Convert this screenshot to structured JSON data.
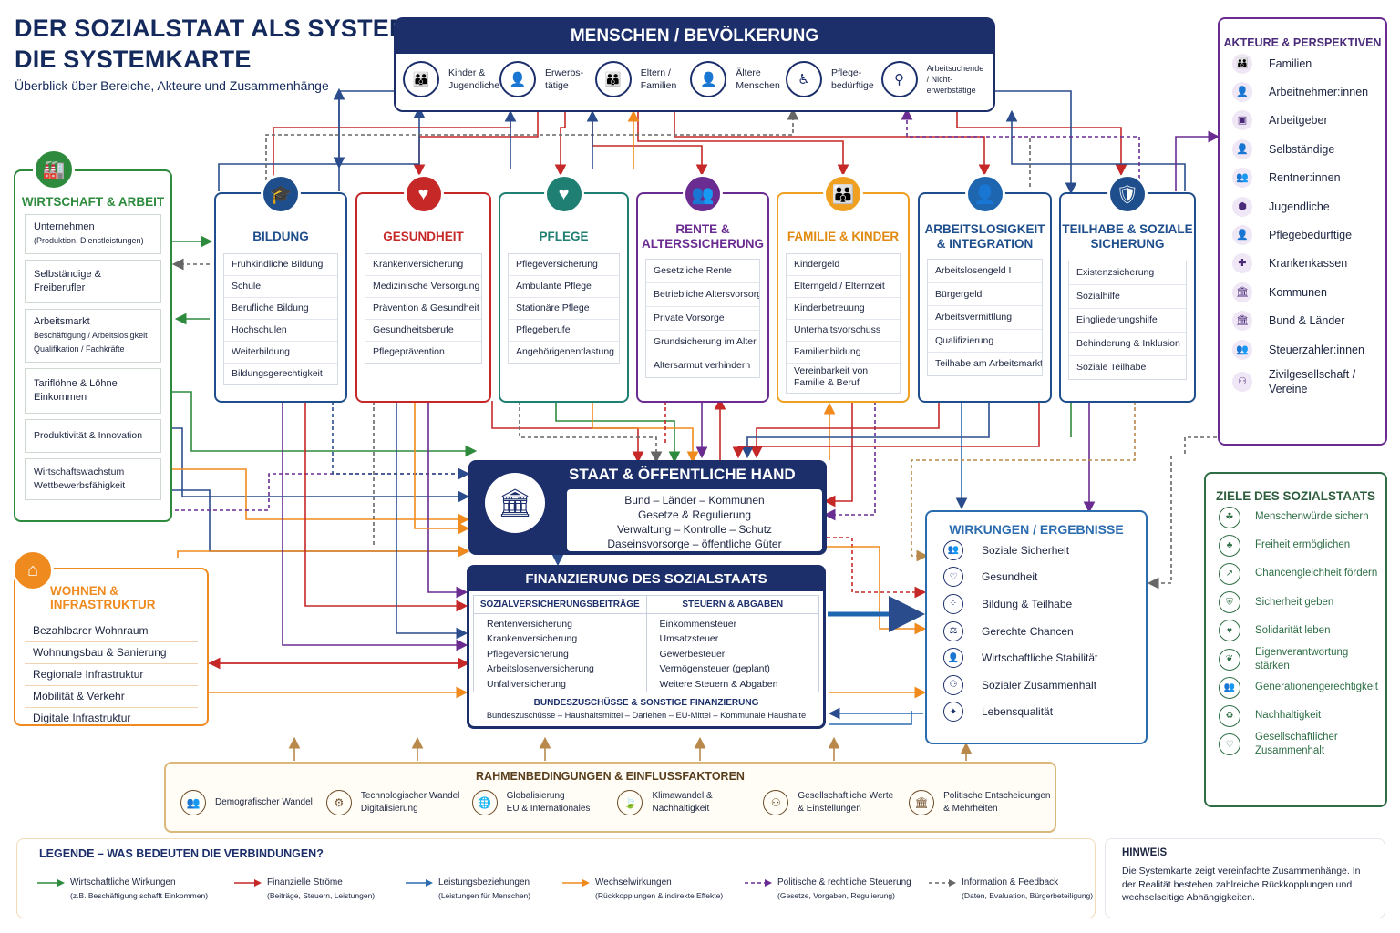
{
  "title": {
    "line1": "DER SOZIALSTAAT ALS SYSTEM –",
    "line2": "DIE SYSTEMKARTE",
    "subtitle": "Überblick über Bereiche, Akteure und Zusammenhänge"
  },
  "menschen": {
    "title": "MENSCHEN / BEVÖLKERUNG",
    "items": [
      {
        "label": "Kinder & Jugendliche",
        "icon": "family-icon"
      },
      {
        "label": "Erwerbs-tätige",
        "icon": "worker-icon"
      },
      {
        "label": "Eltern / Familien",
        "icon": "parents-icon"
      },
      {
        "label": "Ältere Menschen",
        "icon": "elderly-icon"
      },
      {
        "label": "Pflege-bedürftige",
        "icon": "wheelchair-icon"
      },
      {
        "label": "Arbeitsuchende / Nicht-erwerbstätige",
        "icon": "search-icon"
      }
    ]
  },
  "areas": [
    {
      "title": "BILDUNG",
      "color": "#1f4e8c",
      "icon": "graduation-cap-icon",
      "items": [
        "Frühkindliche Bildung",
        "Schule",
        "Berufliche Bildung",
        "Hochschulen",
        "Weiterbildung",
        "Bildungsgerechtigkeit"
      ]
    },
    {
      "title": "GESUNDHEIT",
      "color": "#c62828",
      "icon": "heart-pulse-icon",
      "items": [
        "Krankenversicherung",
        "Medizinische Versorgung",
        "Prävention & Gesundheit",
        "Gesundheitsberufe",
        "Pflegeprävention"
      ]
    },
    {
      "title": "PFLEGE",
      "color": "#1f7f72",
      "icon": "care-hands-icon",
      "items": [
        "Pflegeversicherung",
        "Ambulante Pflege",
        "Stationäre Pflege",
        "Pflegeberufe",
        "Angehörigenentlastung"
      ]
    },
    {
      "title": "RENTE & ALTERSSICHERUNG",
      "color": "#6a2c91",
      "icon": "elderly-couple-icon",
      "items": [
        "Gesetzliche Rente",
        "Betriebliche Altersvorsorge",
        "Private Vorsorge",
        "Grundsicherung im Alter",
        "Altersarmut verhindern"
      ]
    },
    {
      "title": "FAMILIE & KINDER",
      "color": "#f0a020",
      "icon": "family-icon",
      "items": [
        "Kindergeld",
        "Elterngeld / Elternzeit",
        "Kinderbetreuung",
        "Unterhaltsvorschuss",
        "Familienbildung",
        "Vereinbarkeit von Familie & Beruf"
      ]
    },
    {
      "title": "ARBEITSLOSIGKEIT & INTEGRATION",
      "color": "#1f4e8c",
      "icon": "person-icon",
      "items": [
        "Arbeitslosengeld I",
        "Bürgergeld",
        "Arbeitsvermittlung",
        "Qualifizierung",
        "Teilhabe am Arbeitsmarkt"
      ]
    },
    {
      "title": "TEILHABE & SOZIALE SICHERUNG",
      "color": "#1f4e8c",
      "icon": "shield-icon",
      "items": [
        "Existenzsicherung",
        "Sozialhilfe",
        "Eingliederungshilfe",
        "Behinderung & Inklusion",
        "Soziale Teilhabe"
      ]
    }
  ],
  "wirtschaft": {
    "title": "WIRTSCHAFT & ARBEIT",
    "icon": "factory-icon",
    "boxes": [
      {
        "main": "Unternehmen",
        "sub": "(Produktion, Dienstleistungen)"
      },
      {
        "main": "Selbständige & Freiberufler",
        "sub": ""
      },
      {
        "main": "Arbeitsmarkt",
        "sub": "Beschäftigung / Arbeitslosigkeit Qualifikation / Fachkräfte"
      },
      {
        "main": "Tariflöhne & Löhne Einkommen",
        "sub": ""
      },
      {
        "main": "Produktivität & Innovation",
        "sub": ""
      },
      {
        "main": "Wirtschaftswachstum Wettbewerbsfähigkeit",
        "sub": ""
      }
    ]
  },
  "wohnen": {
    "title": "WOHNEN & INFRASTRUKTUR",
    "icon": "house-icon",
    "items": [
      "Bezahlbarer Wohnraum",
      "Wohnungsbau & Sanierung",
      "Regionale Infrastruktur",
      "Mobilität & Verkehr",
      "Digitale Infrastruktur"
    ]
  },
  "staat": {
    "title": "STAAT & ÖFFENTLICHE HAND",
    "icon": "government-building-icon",
    "lines": [
      "Bund – Länder – Kommunen",
      "Gesetze & Regulierung",
      "Verwaltung – Kontrolle – Schutz",
      "Daseinsvorsorge – öffentliche Güter"
    ]
  },
  "finanzierung": {
    "title": "FINANZIERUNG DES SOZIALSTAATS",
    "col1": {
      "title": "SOZIALVERSICHERUNGSBEITRÄGE",
      "items": [
        "Rentenversicherung",
        "Krankenversicherung",
        "Pflegeversicherung",
        "Arbeitslosenversicherung",
        "Unfallversicherung"
      ]
    },
    "col2": {
      "title": "STEUERN & ABGABEN",
      "items": [
        "Einkommensteuer",
        "Umsatzsteuer",
        "Gewerbesteuer",
        "Vermögensteuer (geplant)",
        "Weitere Steuern & Abgaben"
      ]
    },
    "bottom_title": "BUNDESZUSCHÜSSE & SONSTIGE FINANZIERUNG",
    "bottom_text": "Bundeszuschüsse – Haushaltsmittel – Darlehen – EU-Mittel – Kommunale Haushalte"
  },
  "wirkungen": {
    "title": "WIRKUNGEN / ERGEBNISSE",
    "items": [
      {
        "label": "Soziale Sicherheit",
        "icon": "people-icon"
      },
      {
        "label": "Gesundheit",
        "icon": "heart-icon"
      },
      {
        "label": "Bildung & Teilhabe",
        "icon": "network-icon"
      },
      {
        "label": "Gerechte Chancen",
        "icon": "scale-icon"
      },
      {
        "label": "Wirtschaftliche Stabilität",
        "icon": "person-icon"
      },
      {
        "label": "Sozialer Zusammenhalt",
        "icon": "group-icon"
      },
      {
        "label": "Lebensqualität",
        "icon": "star-icon"
      }
    ]
  },
  "akteure": {
    "title": "AKTEURE & PERSPEKTIVEN",
    "items": [
      "Familien",
      "Arbeitnehmer:innen",
      "Arbeitgeber",
      "Selbständige",
      "Rentner:innen",
      "Jugendliche",
      "Pflegebedürftige",
      "Krankenkassen",
      "Kommunen",
      "Bund & Länder",
      "Steuerzahler:innen",
      "Zivilgesellschaft / Vereine"
    ]
  },
  "ziele": {
    "title": "ZIELE DES SOZIALSTAATS",
    "items": [
      "Menschenwürde sichern",
      "Freiheit ermöglichen",
      "Chancengleichheit fördern",
      "Sicherheit geben",
      "Solidarität leben",
      "Eigenverantwortung stärken",
      "Generationengerechtigkeit",
      "Nachhaltigkeit",
      "Gesellschaftlicher Zusammenhalt"
    ]
  },
  "rahmen": {
    "title": "RAHMENBEDINGUNGEN & EINFLUSSFAKTOREN",
    "items": [
      {
        "l1": "Demografischer Wandel",
        "l2": "",
        "icon": "people-icon"
      },
      {
        "l1": "Technologischer Wandel",
        "l2": "Digitalisierung",
        "icon": "robot-icon"
      },
      {
        "l1": "Globalisierung",
        "l2": "EU & Internationales",
        "icon": "globe-icon"
      },
      {
        "l1": "Klimawandel &",
        "l2": "Nachhaltigkeit",
        "icon": "leaf-icon"
      },
      {
        "l1": "Gesellschaftliche Werte",
        "l2": "& Einstellungen",
        "icon": "values-icon"
      },
      {
        "l1": "Politische Entscheidungen",
        "l2": "& Mehrheiten",
        "icon": "parliament-icon"
      }
    ]
  },
  "legende": {
    "title": "LEGENDE – WAS BEDEUTEN DIE VERBINDUNGEN?",
    "items": [
      {
        "label": "Wirtschaftliche Wirkungen",
        "sub": "(z.B. Beschäftigung schafft Einkommen)",
        "color": "#2e8b3e",
        "dashed": false
      },
      {
        "label": "Finanzielle Ströme",
        "sub": "(Beiträge, Steuern, Leistungen)",
        "color": "#c62828",
        "dashed": false
      },
      {
        "label": "Leistungsbeziehungen",
        "sub": "(Leistungen für Menschen)",
        "color": "#2b6cb0",
        "dashed": false
      },
      {
        "label": "Wechselwirkungen",
        "sub": "(Rückkopplungen & indirekte Effekte)",
        "color": "#f08a1c",
        "dashed": false
      },
      {
        "label": "Politische & rechtliche Steuerung",
        "sub": "(Gesetze, Vorgaben, Regulierung)",
        "color": "#6a2c91",
        "dashed": true
      },
      {
        "label": "Information & Feedback",
        "sub": "(Daten, Evaluation, Bürgerbeteiligung)",
        "color": "#666666",
        "dashed": true
      }
    ]
  },
  "hinweis": {
    "title": "HINWEIS",
    "text": "Die Systemkarte zeigt vereinfachte Zusammenhänge. In der Realität bestehen zahlreiche Rückkopplungen und wechselseitige Abhängigkeiten."
  }
}
